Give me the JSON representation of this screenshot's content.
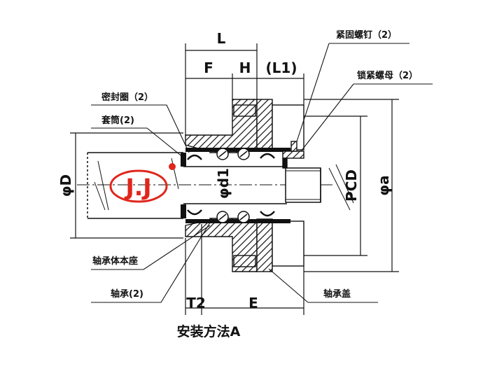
{
  "caption": "安装方法A",
  "logo_text": "J.J",
  "dimensions": {
    "L": "L",
    "F": "F",
    "H": "H",
    "L1": "(L1)",
    "T2": "T2",
    "E": "E",
    "phiD": "φD",
    "phid1": "φd1",
    "PCD": "PCD",
    "phia": "φa"
  },
  "callouts": {
    "set_screw": "紧固螺钉（2）",
    "lock_nut": "锁紧螺母（2）",
    "seal_ring": "密封圈（2）",
    "sleeve": "套筒(2)",
    "bearing_housing": "轴承体本座",
    "bearing": "轴承(2)",
    "bearing_cover": "轴承盖"
  },
  "colors": {
    "line": "#111111",
    "logo_red": "#e0261c"
  }
}
